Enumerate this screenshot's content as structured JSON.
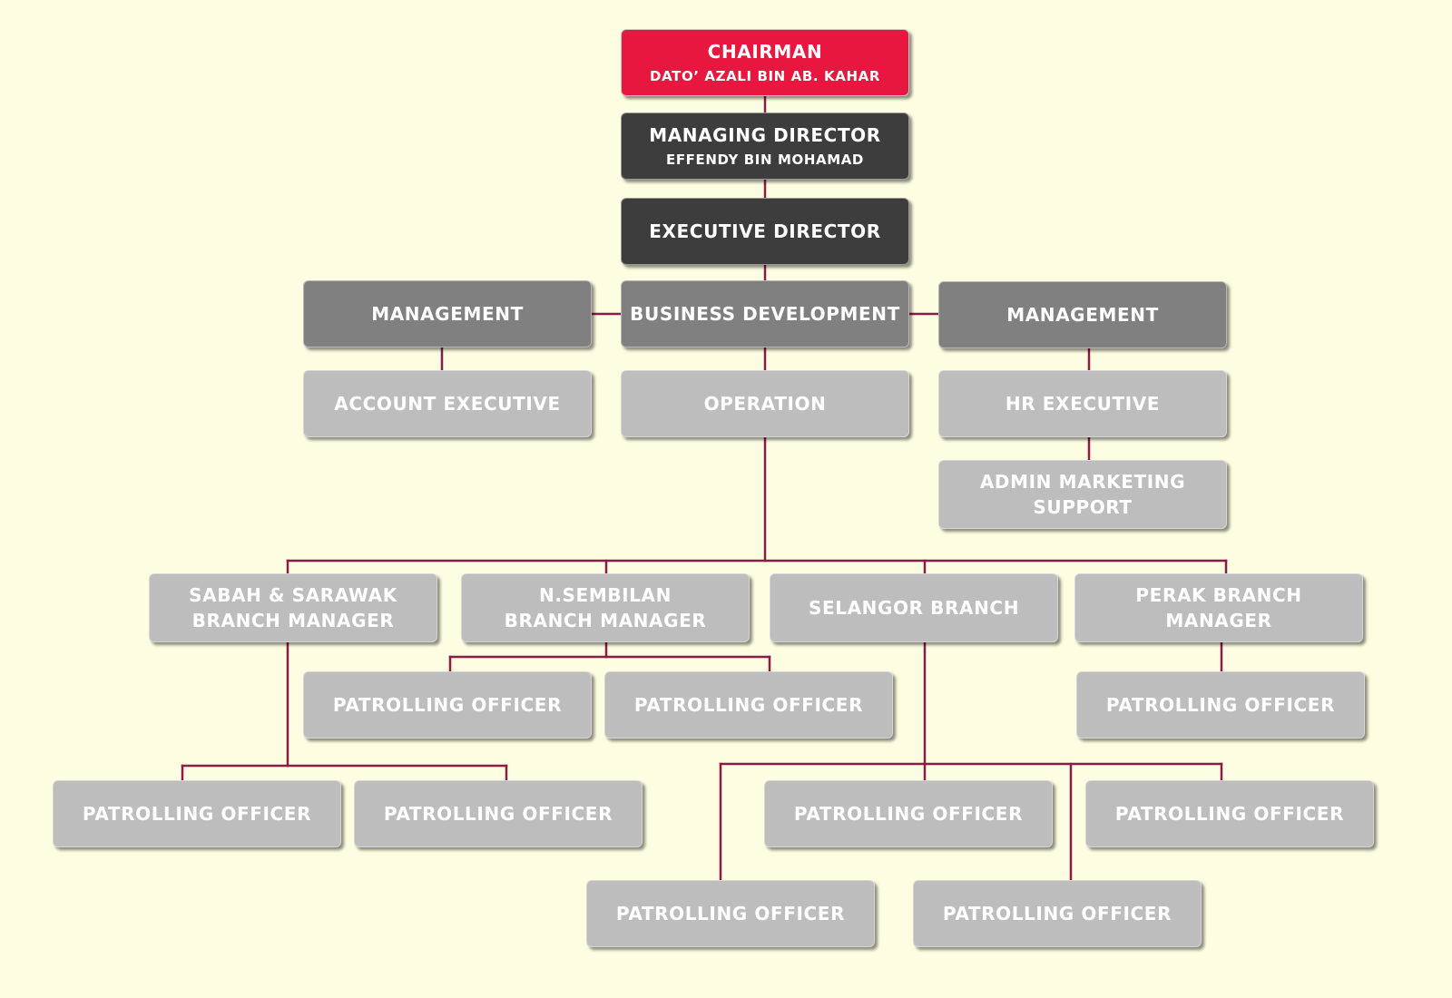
{
  "colors": {
    "background": "#fdfde1",
    "connector": "#8a1c46",
    "chairman": "#e8173f",
    "executive": "#3d3d3d",
    "management": "#808080",
    "staff": "#bdbdbd"
  },
  "chairman": {
    "title": "CHAIRMAN",
    "name": "DATO’ AZALI BIN AB. KAHAR"
  },
  "managing_director": {
    "title": "MANAGING DIRECTOR",
    "name": "EFFENDY BIN MOHAMAD"
  },
  "executive_director": {
    "title": "EXECUTIVE DIRECTOR"
  },
  "management_left": {
    "title": "MANAGEMENT"
  },
  "business_development": {
    "title": "BUSINESS DEVELOPMENT"
  },
  "management_right": {
    "title": "MANAGEMENT"
  },
  "account_executive": {
    "title": "ACCOUNT EXECUTIVE"
  },
  "operation": {
    "title": "OPERATION"
  },
  "hr_executive": {
    "title": "HR EXECUTIVE"
  },
  "admin_marketing": {
    "title": "ADMIN MARKETING SUPPORT"
  },
  "branches": {
    "sabah": {
      "title": "SABAH & SARAWAK BRANCH MANAGER"
    },
    "nsembilan": {
      "title": "N.SEMBILAN BRANCH MANAGER"
    },
    "selangor": {
      "title": "SELANGOR BRANCH"
    },
    "perak": {
      "title": "PERAK BRANCH MANAGER"
    }
  },
  "patrolling_officer_label": "PATROLLING OFFICER"
}
